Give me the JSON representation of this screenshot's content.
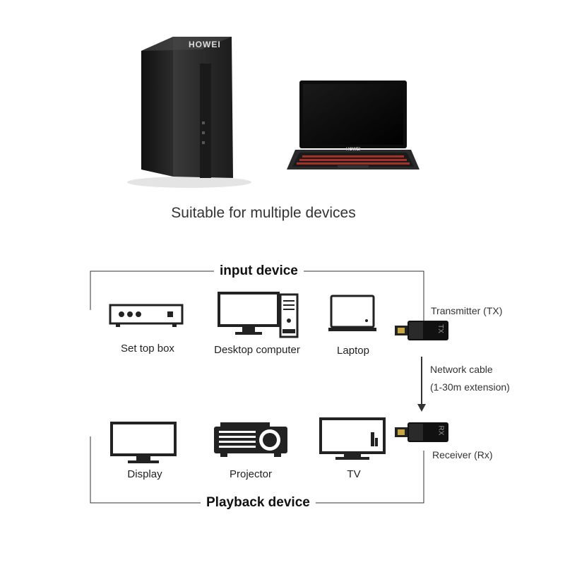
{
  "top": {
    "brand": "HOWEI",
    "caption": "Suitable for multiple devices"
  },
  "input_section": {
    "title": "input device",
    "devices": [
      {
        "name": "set-top-box",
        "label": "Set top box"
      },
      {
        "name": "desktop-computer",
        "label": "Desktop computer"
      },
      {
        "name": "laptop",
        "label": "Laptop"
      }
    ]
  },
  "playback_section": {
    "title": "Playback device",
    "devices": [
      {
        "name": "display",
        "label": "Display"
      },
      {
        "name": "projector",
        "label": "Projector"
      },
      {
        "name": "tv",
        "label": "TV"
      }
    ]
  },
  "connection": {
    "transmitter_label": "Transmitter (TX)",
    "transmitter_text": "TX",
    "cable_label_line1": "Network cable",
    "cable_label_line2": "(1-30m extension)",
    "receiver_label": "Receiver (Rx)",
    "receiver_text": "RX"
  }
}
